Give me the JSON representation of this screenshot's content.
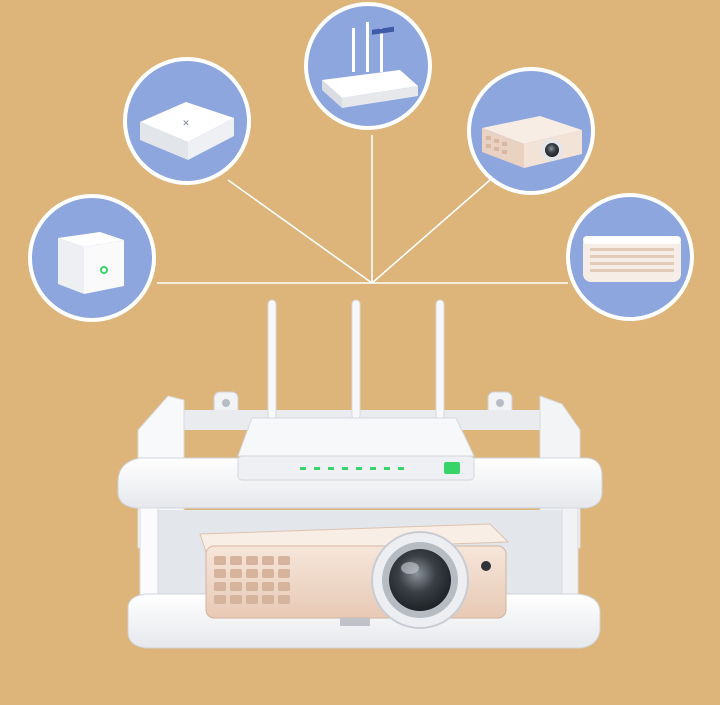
{
  "scene": {
    "description_free": true,
    "colors": {
      "background": "#DDB479",
      "circle_fill": "#8EA6DE",
      "circle_ring": "#FFFFFF",
      "connector": "#FFFFFF",
      "shelf": "#F5F6F8",
      "shelf_shadow": "#C9CCD3",
      "router_body": "#F3F4F6",
      "router_led": "#38D46A",
      "projector_body": "#EFD7C6",
      "projector_lens": "#2F3338"
    },
    "devices": [
      {
        "id": "tv-box",
        "icon": "tv-box-icon"
      },
      {
        "id": "mini-box",
        "icon": "mini-box-icon"
      },
      {
        "id": "router",
        "icon": "router-icon"
      },
      {
        "id": "projector",
        "icon": "projector-icon"
      },
      {
        "id": "speaker",
        "icon": "speaker-icon"
      }
    ]
  }
}
